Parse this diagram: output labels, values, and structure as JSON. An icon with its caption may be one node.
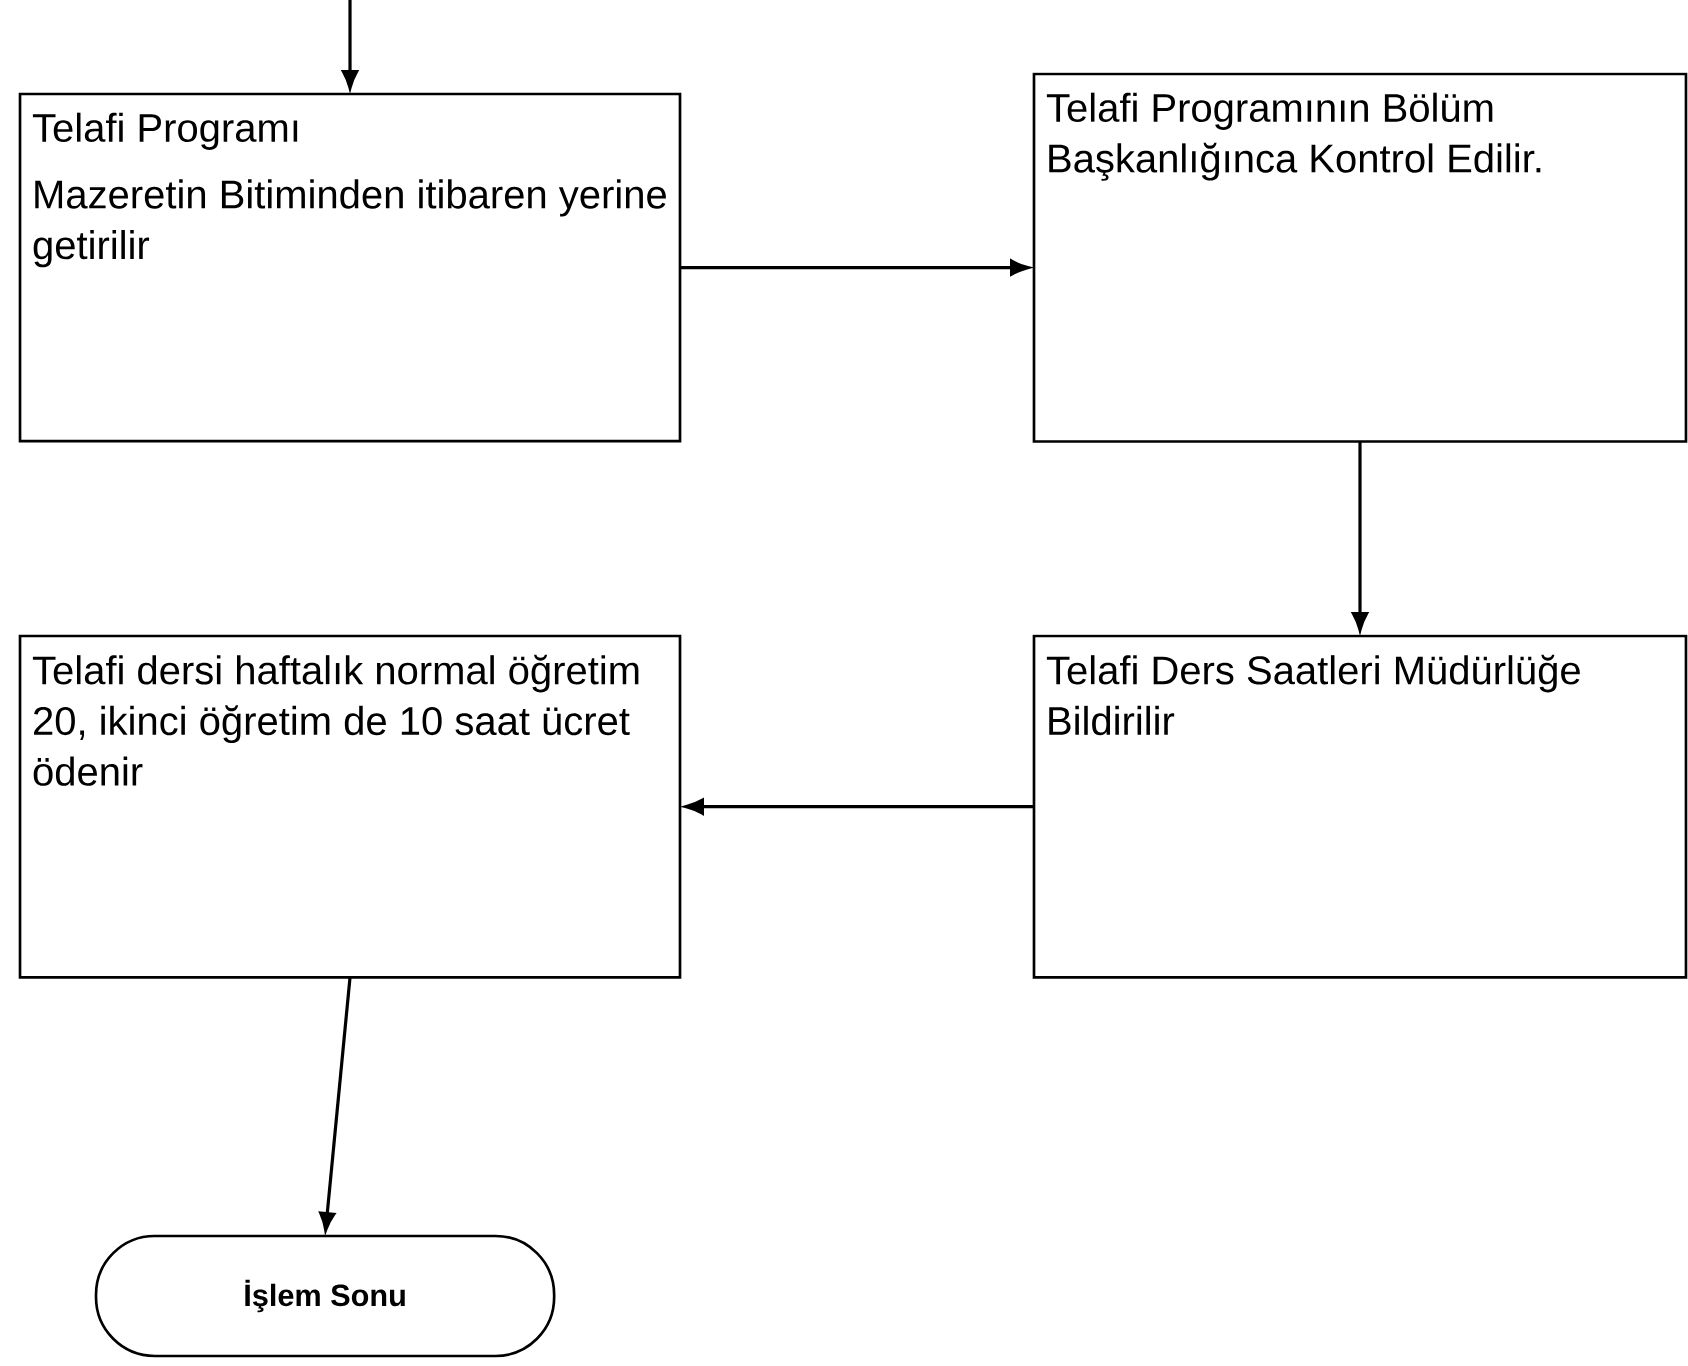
{
  "diagram": {
    "nodes": [
      {
        "text": [
          "Telafi Programı",
          "Mazeretin Bitiminden itibaren yerine getirilir"
        ]
      },
      {
        "text": [
          "Telafi Programının Bölüm Başkanlığınca Kontrol Edilir."
        ]
      },
      {
        "text": [
          "Telafi Ders Saatleri Müdürlüğe Bildirilir"
        ]
      },
      {
        "text": [
          "Telafi dersi haftalık normal öğretim 20, ikinci öğretim de 10 saat ücret ödenir"
        ]
      },
      {
        "text": [
          "İşlem Sonu"
        ]
      }
    ],
    "edges": [
      {
        "from": null,
        "to": 0,
        "arrow": "to"
      },
      {
        "from": 0,
        "to": 1,
        "arrow": "to"
      },
      {
        "from": 1,
        "to": 2,
        "arrow": "to"
      },
      {
        "from": 2,
        "to": 3,
        "arrow": "to"
      },
      {
        "from": 3,
        "to": 4,
        "arrow": "to"
      }
    ]
  }
}
